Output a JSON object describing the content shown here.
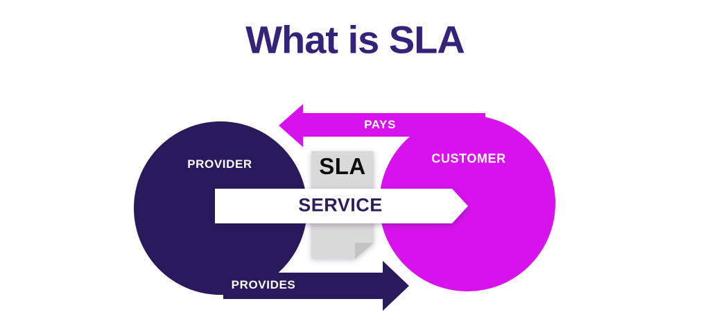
{
  "page": {
    "title": "What is SLA"
  },
  "diagram": {
    "provider": {
      "label": "PROVIDER"
    },
    "customer": {
      "label": "CUSTOMER"
    },
    "document": {
      "label": "SLA"
    },
    "arrows": {
      "pays": {
        "label": "PAYS",
        "direction": "left"
      },
      "service": {
        "label": "SERVICE",
        "direction": "right"
      },
      "provides": {
        "label": "PROVIDES",
        "direction": "right"
      }
    }
  },
  "colors": {
    "background": "#ffffff",
    "title_text": "#342379",
    "provider_navy": "#2a195c",
    "customer_magenta": "#d712ec",
    "service_text": "#2c1d5e",
    "label_text": "#ffffff",
    "document_gray": "#d9d9d9",
    "document_fold": "#c3c3c3",
    "sla_text": "#0d0d0d"
  }
}
